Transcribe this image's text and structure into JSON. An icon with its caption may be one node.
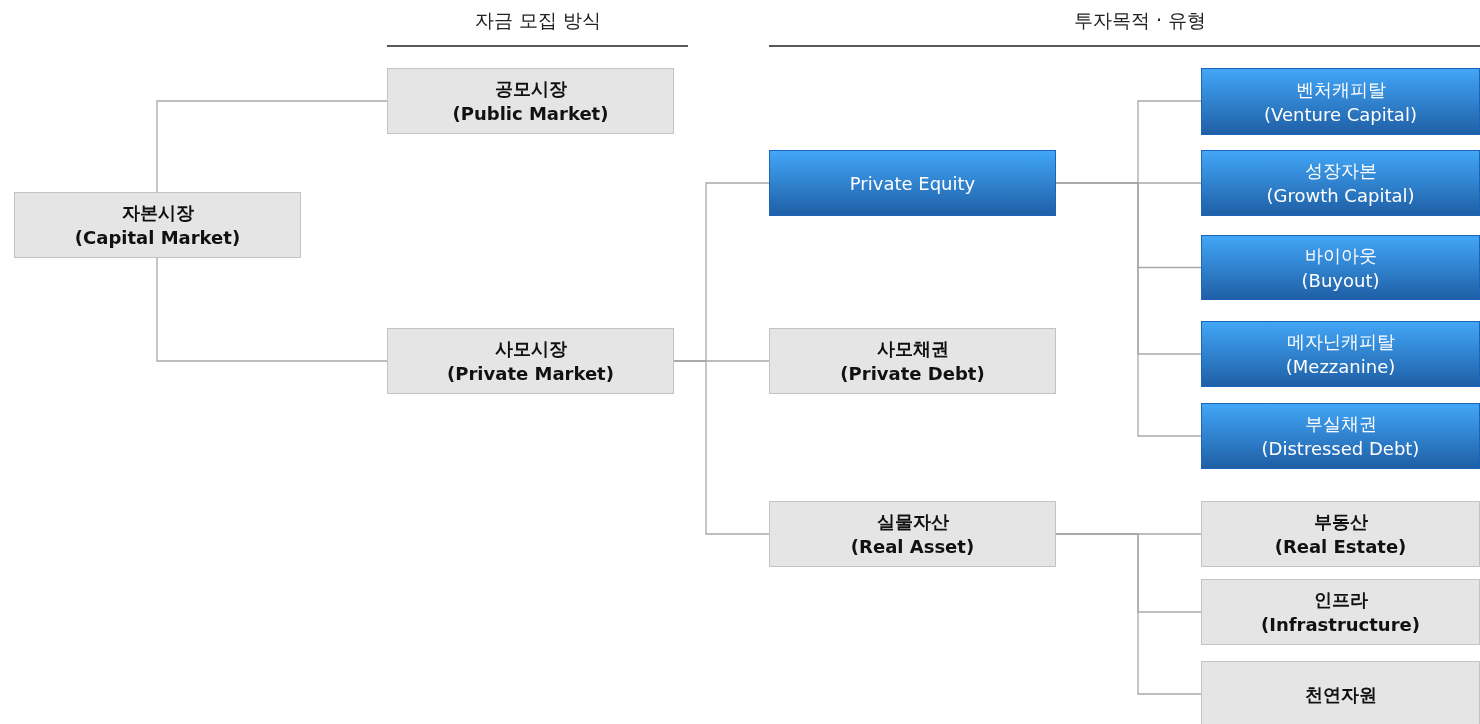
{
  "diagram": {
    "nodes": [
      {
        "text": [
          "자본시장",
          "(Capital Market)"
        ]
      },
      {
        "text": [
          "공모시장",
          "(Public Market)"
        ]
      },
      {
        "text": [
          "사모시장",
          "(Private Market)"
        ]
      },
      {
        "text": [
          "Private Equity"
        ]
      },
      {
        "text": [
          "사모채권",
          "(Private Debt)"
        ]
      },
      {
        "text": [
          "실물자산",
          "(Real Asset)"
        ]
      },
      {
        "text": [
          "벤처캐피탈",
          "(Venture Capital)"
        ]
      },
      {
        "text": [
          "성장자본",
          "(Growth Capital)"
        ]
      },
      {
        "text": [
          "바이아웃",
          "(Buyout)"
        ]
      },
      {
        "text": [
          "메자닌캐피탈",
          "(Mezzanine)"
        ]
      },
      {
        "text": [
          "부실채권",
          "(Distressed Debt)"
        ]
      },
      {
        "text": [
          "부동산",
          "(Real Estate)"
        ]
      },
      {
        "text": [
          "인프라",
          "(Infrastructure)"
        ]
      },
      {
        "text": [
          "천연자원"
        ]
      }
    ],
    "edges": [
      {
        "from": 0,
        "to": 1,
        "arrow": "none"
      },
      {
        "from": 0,
        "to": 2,
        "arrow": "none"
      },
      {
        "from": 2,
        "to": 3,
        "arrow": "none"
      },
      {
        "from": 2,
        "to": 4,
        "arrow": "none"
      },
      {
        "from": 2,
        "to": 5,
        "arrow": "none"
      },
      {
        "from": 3,
        "to": 6,
        "arrow": "none"
      },
      {
        "from": 3,
        "to": 7,
        "arrow": "none"
      },
      {
        "from": 3,
        "to": 8,
        "arrow": "none"
      },
      {
        "from": 3,
        "to": 9,
        "arrow": "none"
      },
      {
        "from": 3,
        "to": 10,
        "arrow": "none"
      },
      {
        "from": 5,
        "to": 11,
        "arrow": "none"
      },
      {
        "from": 5,
        "to": 12,
        "arrow": "none"
      },
      {
        "from": 5,
        "to": 13,
        "arrow": "none"
      }
    ],
    "labels": [
      "자금 모집 방식",
      "투자목적 · 유형"
    ]
  }
}
